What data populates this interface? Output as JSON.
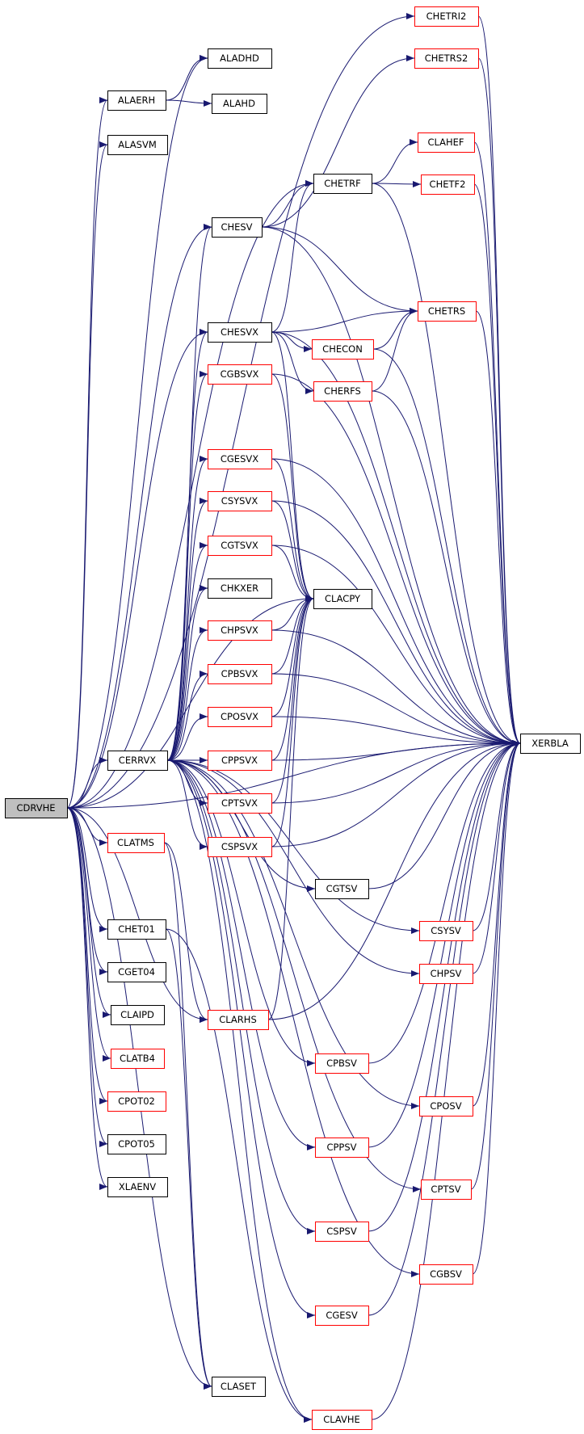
{
  "colors": {
    "edge": "#191970",
    "border_default": "#000000",
    "border_undocumented": "#ff0000",
    "fill_root": "#bfbfbf",
    "fill_default": "#ffffff"
  },
  "nodes": [
    {
      "id": "CDRVHE",
      "label": "CDRVHE",
      "kind": "root"
    },
    {
      "id": "ALADHD",
      "label": "ALADHD",
      "kind": "normal"
    },
    {
      "id": "ALAERH",
      "label": "ALAERH",
      "kind": "normal"
    },
    {
      "id": "ALAHD",
      "label": "ALAHD",
      "kind": "normal"
    },
    {
      "id": "ALASVM",
      "label": "ALASVM",
      "kind": "normal"
    },
    {
      "id": "CHESV",
      "label": "CHESV",
      "kind": "normal"
    },
    {
      "id": "CHETRF",
      "label": "CHETRF",
      "kind": "normal"
    },
    {
      "id": "CHESVX",
      "label": "CHESVX",
      "kind": "normal"
    },
    {
      "id": "CHKXER",
      "label": "CHKXER",
      "kind": "normal"
    },
    {
      "id": "CLACPY",
      "label": "CLACPY",
      "kind": "normal"
    },
    {
      "id": "CERRVX",
      "label": "CERRVX",
      "kind": "normal"
    },
    {
      "id": "XERBLA",
      "label": "XERBLA",
      "kind": "normal"
    },
    {
      "id": "CGTSV",
      "label": "CGTSV",
      "kind": "normal"
    },
    {
      "id": "CHET01",
      "label": "CHET01",
      "kind": "normal"
    },
    {
      "id": "CGET04",
      "label": "CGET04",
      "kind": "normal"
    },
    {
      "id": "CLAIPD",
      "label": "CLAIPD",
      "kind": "normal"
    },
    {
      "id": "CPOT05",
      "label": "CPOT05",
      "kind": "normal"
    },
    {
      "id": "XLAENV",
      "label": "XLAENV",
      "kind": "normal"
    },
    {
      "id": "CLASET",
      "label": "CLASET",
      "kind": "normal"
    },
    {
      "id": "CHETRI2",
      "label": "CHETRI2",
      "kind": "undocumented"
    },
    {
      "id": "CHETRS2",
      "label": "CHETRS2",
      "kind": "undocumented"
    },
    {
      "id": "CLAHEF",
      "label": "CLAHEF",
      "kind": "undocumented"
    },
    {
      "id": "CHETF2",
      "label": "CHETF2",
      "kind": "undocumented"
    },
    {
      "id": "CHETRS",
      "label": "CHETRS",
      "kind": "undocumented"
    },
    {
      "id": "CHECON",
      "label": "CHECON",
      "kind": "undocumented"
    },
    {
      "id": "CHERFS",
      "label": "CHERFS",
      "kind": "undocumented"
    },
    {
      "id": "CGBSVX",
      "label": "CGBSVX",
      "kind": "undocumented"
    },
    {
      "id": "CGESVX",
      "label": "CGESVX",
      "kind": "undocumented"
    },
    {
      "id": "CSYSVX",
      "label": "CSYSVX",
      "kind": "undocumented"
    },
    {
      "id": "CGTSVX",
      "label": "CGTSVX",
      "kind": "undocumented"
    },
    {
      "id": "CHPSVX",
      "label": "CHPSVX",
      "kind": "undocumented"
    },
    {
      "id": "CPBSVX",
      "label": "CPBSVX",
      "kind": "undocumented"
    },
    {
      "id": "CPOSVX",
      "label": "CPOSVX",
      "kind": "undocumented"
    },
    {
      "id": "CPPSVX",
      "label": "CPPSVX",
      "kind": "undocumented"
    },
    {
      "id": "CPTSVX",
      "label": "CPTSVX",
      "kind": "undocumented"
    },
    {
      "id": "CSPSVX",
      "label": "CSPSVX",
      "kind": "undocumented"
    },
    {
      "id": "CLATMS",
      "label": "CLATMS",
      "kind": "undocumented"
    },
    {
      "id": "CSYSV",
      "label": "CSYSV",
      "kind": "undocumented"
    },
    {
      "id": "CHPSV",
      "label": "CHPSV",
      "kind": "undocumented"
    },
    {
      "id": "CLARHS",
      "label": "CLARHS",
      "kind": "undocumented"
    },
    {
      "id": "CPBSV",
      "label": "CPBSV",
      "kind": "undocumented"
    },
    {
      "id": "CPOSV",
      "label": "CPOSV",
      "kind": "undocumented"
    },
    {
      "id": "CLATB4",
      "label": "CLATB4",
      "kind": "undocumented"
    },
    {
      "id": "CPOT02",
      "label": "CPOT02",
      "kind": "undocumented"
    },
    {
      "id": "CPPSV",
      "label": "CPPSV",
      "kind": "undocumented"
    },
    {
      "id": "CPTSV",
      "label": "CPTSV",
      "kind": "undocumented"
    },
    {
      "id": "CSPSV",
      "label": "CSPSV",
      "kind": "undocumented"
    },
    {
      "id": "CGBSV",
      "label": "CGBSV",
      "kind": "undocumented"
    },
    {
      "id": "CGESV",
      "label": "CGESV",
      "kind": "undocumented"
    },
    {
      "id": "CLAVHE",
      "label": "CLAVHE",
      "kind": "undocumented"
    }
  ],
  "edges": [
    [
      "CDRVHE",
      "ALADHD"
    ],
    [
      "CDRVHE",
      "ALAERH"
    ],
    [
      "CDRVHE",
      "ALASVM"
    ],
    [
      "CDRVHE",
      "CHESV"
    ],
    [
      "CDRVHE",
      "CHETRF"
    ],
    [
      "CDRVHE",
      "CHESVX"
    ],
    [
      "CDRVHE",
      "CLACPY"
    ],
    [
      "CDRVHE",
      "CERRVX"
    ],
    [
      "CDRVHE",
      "CLATMS"
    ],
    [
      "CDRVHE",
      "CHET01"
    ],
    [
      "CDRVHE",
      "CGET04"
    ],
    [
      "CDRVHE",
      "CLAIPD"
    ],
    [
      "CDRVHE",
      "CLATB4"
    ],
    [
      "CDRVHE",
      "CPOT02"
    ],
    [
      "CDRVHE",
      "CPOT05"
    ],
    [
      "CDRVHE",
      "XLAENV"
    ],
    [
      "CDRVHE",
      "CLARHS"
    ],
    [
      "CDRVHE",
      "CLASET"
    ],
    [
      "CDRVHE",
      "CHETRI2"
    ],
    [
      "CDRVHE",
      "XERBLA"
    ],
    [
      "ALAERH",
      "ALADHD"
    ],
    [
      "ALAERH",
      "ALAHD"
    ],
    [
      "CHESV",
      "CHETRS2"
    ],
    [
      "CHESV",
      "CHETRF"
    ],
    [
      "CHESV",
      "CHETRS"
    ],
    [
      "CHESV",
      "XERBLA"
    ],
    [
      "CHETRF",
      "CLAHEF"
    ],
    [
      "CHETRF",
      "CHETF2"
    ],
    [
      "CHETRF",
      "XERBLA"
    ],
    [
      "CHETRI2",
      "XERBLA"
    ],
    [
      "CHETRS2",
      "XERBLA"
    ],
    [
      "CLAHEF",
      "XERBLA"
    ],
    [
      "CHETF2",
      "XERBLA"
    ],
    [
      "CHESVX",
      "CHETRF"
    ],
    [
      "CHESVX",
      "CHETRS"
    ],
    [
      "CHESVX",
      "CHECON"
    ],
    [
      "CHESVX",
      "CHERFS"
    ],
    [
      "CHESVX",
      "CLACPY"
    ],
    [
      "CHESVX",
      "XERBLA"
    ],
    [
      "CHECON",
      "CHETRS"
    ],
    [
      "CHECON",
      "XERBLA"
    ],
    [
      "CHERFS",
      "CHETRS"
    ],
    [
      "CHERFS",
      "XERBLA"
    ],
    [
      "CHETRS",
      "XERBLA"
    ],
    [
      "CGBSVX",
      "CLACPY"
    ],
    [
      "CGBSVX",
      "XERBLA"
    ],
    [
      "CGESVX",
      "CLACPY"
    ],
    [
      "CGESVX",
      "XERBLA"
    ],
    [
      "CSYSVX",
      "CLACPY"
    ],
    [
      "CSYSVX",
      "XERBLA"
    ],
    [
      "CGTSVX",
      "CLACPY"
    ],
    [
      "CGTSVX",
      "XERBLA"
    ],
    [
      "CHPSVX",
      "CLACPY"
    ],
    [
      "CHPSVX",
      "XERBLA"
    ],
    [
      "CPBSVX",
      "CLACPY"
    ],
    [
      "CPBSVX",
      "XERBLA"
    ],
    [
      "CPOSVX",
      "CLACPY"
    ],
    [
      "CPOSVX",
      "XERBLA"
    ],
    [
      "CPPSVX",
      "CLACPY"
    ],
    [
      "CPPSVX",
      "XERBLA"
    ],
    [
      "CPTSVX",
      "CLACPY"
    ],
    [
      "CPTSVX",
      "XERBLA"
    ],
    [
      "CSPSVX",
      "CLACPY"
    ],
    [
      "CSPSVX",
      "XERBLA"
    ],
    [
      "CERRVX",
      "CHESV"
    ],
    [
      "CERRVX",
      "CHESVX"
    ],
    [
      "CERRVX",
      "CGBSVX"
    ],
    [
      "CERRVX",
      "CGESVX"
    ],
    [
      "CERRVX",
      "CSYSVX"
    ],
    [
      "CERRVX",
      "CGTSVX"
    ],
    [
      "CERRVX",
      "CHKXER"
    ],
    [
      "CERRVX",
      "CHPSVX"
    ],
    [
      "CERRVX",
      "CPBSVX"
    ],
    [
      "CERRVX",
      "CPOSVX"
    ],
    [
      "CERRVX",
      "CPPSVX"
    ],
    [
      "CERRVX",
      "CPTSVX"
    ],
    [
      "CERRVX",
      "CSPSVX"
    ],
    [
      "CERRVX",
      "CGTSV"
    ],
    [
      "CERRVX",
      "CSYSV"
    ],
    [
      "CERRVX",
      "CHPSV"
    ],
    [
      "CERRVX",
      "CPBSV"
    ],
    [
      "CERRVX",
      "CPOSV"
    ],
    [
      "CERRVX",
      "CPPSV"
    ],
    [
      "CERRVX",
      "CPTSV"
    ],
    [
      "CERRVX",
      "CSPSV"
    ],
    [
      "CERRVX",
      "CGBSV"
    ],
    [
      "CERRVX",
      "CGESV"
    ],
    [
      "CERRVX",
      "CLAVHE"
    ],
    [
      "CGTSV",
      "XERBLA"
    ],
    [
      "CSYSV",
      "XERBLA"
    ],
    [
      "CHPSV",
      "XERBLA"
    ],
    [
      "CPBSV",
      "XERBLA"
    ],
    [
      "CPOSV",
      "XERBLA"
    ],
    [
      "CPPSV",
      "XERBLA"
    ],
    [
      "CPTSV",
      "XERBLA"
    ],
    [
      "CSPSV",
      "XERBLA"
    ],
    [
      "CGBSV",
      "XERBLA"
    ],
    [
      "CGESV",
      "XERBLA"
    ],
    [
      "CLAVHE",
      "XERBLA"
    ],
    [
      "CLATMS",
      "CLASET"
    ],
    [
      "CLATMS",
      "CLARHS"
    ],
    [
      "CLARHS",
      "CLACPY"
    ],
    [
      "CLARHS",
      "XERBLA"
    ],
    [
      "CHET01",
      "CLASET"
    ],
    [
      "CHET01",
      "CLAVHE"
    ]
  ]
}
